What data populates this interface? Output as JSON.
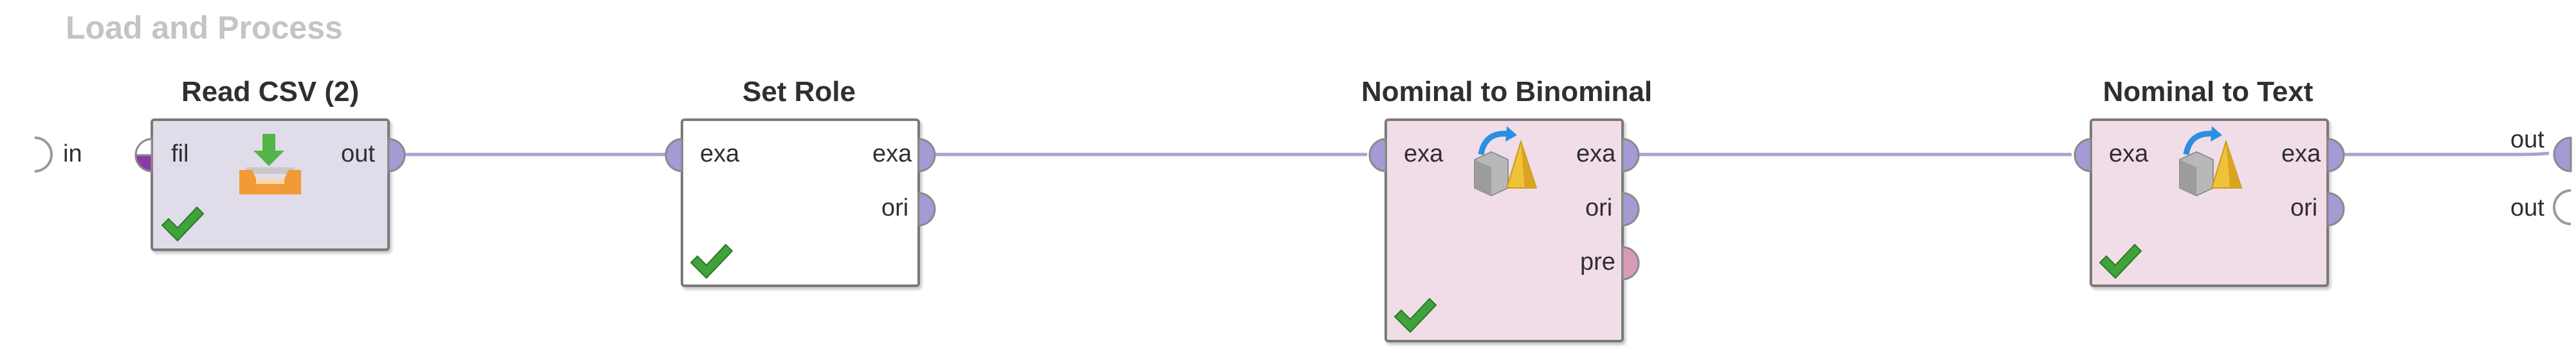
{
  "process": {
    "title": "Load and Process"
  },
  "inputs": [
    {
      "label": "in"
    }
  ],
  "outputs": [
    {
      "label": "out"
    },
    {
      "label": "out"
    }
  ],
  "colors": {
    "wire": "#a9a2d6",
    "port_lavender": "#a49ad4",
    "port_pink": "#d79bb8",
    "port_empty": "#ffffff",
    "box_lavender": "#e0dcea",
    "box_pink": "#f1dde8",
    "check_green": "#3fa23a"
  },
  "operators": [
    {
      "title": "Read CSV (2)",
      "icon": "download-tray-icon",
      "status": "ok",
      "in_ports": [
        "fil"
      ],
      "out_ports": [
        "out"
      ]
    },
    {
      "title": "Set Role",
      "icon": "",
      "status": "ok",
      "in_ports": [
        "exa"
      ],
      "out_ports": [
        "exa",
        "ori"
      ]
    },
    {
      "title": "Nominal to Binominal",
      "icon": "convert-shapes-icon",
      "status": "ok",
      "in_ports": [
        "exa"
      ],
      "out_ports": [
        "exa",
        "ori",
        "pre"
      ]
    },
    {
      "title": "Nominal to Text",
      "icon": "convert-shapes-icon",
      "status": "ok",
      "in_ports": [
        "exa"
      ],
      "out_ports": [
        "exa",
        "ori"
      ]
    }
  ]
}
